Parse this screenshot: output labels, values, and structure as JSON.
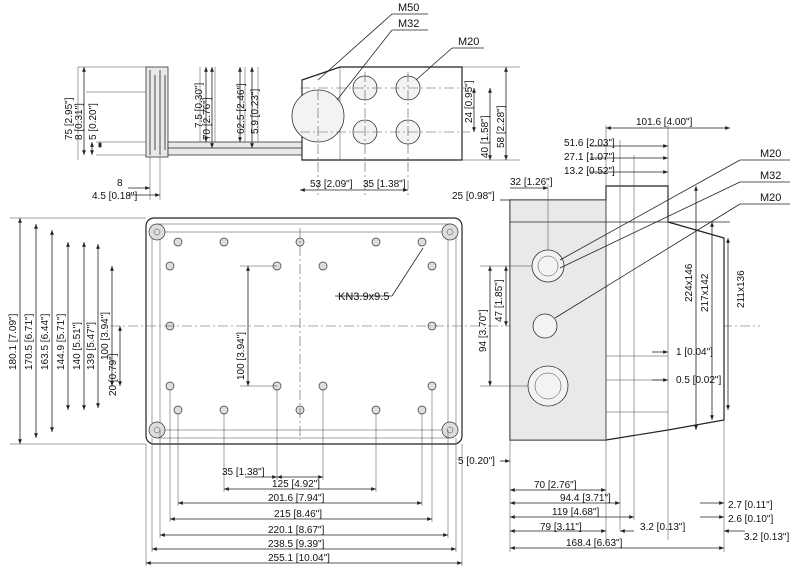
{
  "top_view": {
    "callouts": [
      "M50",
      "M32",
      "M20"
    ],
    "left_dims": [
      "75 [2.95\"]",
      "8 [0.31\"]",
      "5 [0.20\"]"
    ],
    "inner_dims": [
      "7.5 [0.30\"]",
      "70 [2.76\"]",
      "62.5 [2.46\"]",
      "5.9 [0.23\"]"
    ],
    "right_dims": [
      "24 [0.95\"]",
      "40 [1.58\"]",
      "58 [2.28\"]"
    ],
    "bottom_dims": [
      "8",
      "4.5 [0.18\"]",
      "53 [2.09\"]",
      "35 [1.38\"]"
    ]
  },
  "front_view": {
    "left_dims": [
      "180.1 [7.09\"]",
      "170.5 [6.71\"]",
      "163.5 [6.44\"]",
      "144.9 [5.71\"]",
      "140 [5.51\"]",
      "139 [5.47\"]",
      "100 [3.94\"]",
      "20 [0.79\"]"
    ],
    "center_dim": "100 [3.94\"]",
    "screw_label": "KN3.9x9.5",
    "bottom_dims": [
      "35 [1.38\"]",
      "125 [4.92\"]",
      "201.6 [7.94\"]",
      "215 [8.46\"]",
      "220.1 [8.67\"]",
      "238.5 [9.39\"]",
      "255.1 [10.04\"]"
    ]
  },
  "side_view": {
    "top_dims": [
      "101.6 [4.00\"]",
      "51.6 [2.03\"]",
      "27.1 [1.07\"]",
      "13.2 [0.52\"]",
      "32 [1.26\"]",
      "25 [0.98\"]"
    ],
    "callouts": [
      "M20",
      "M32",
      "M20"
    ],
    "left_dims": [
      "47 [1.85\"]",
      "94 [3.70\"]"
    ],
    "vertical_dims": [
      "224x146",
      "217x142",
      "211x136"
    ],
    "right_dims": [
      "1 [0.04\"]",
      "0.5 [0.02\"]"
    ],
    "left_bottom": "5 [0.20\"]",
    "bottom_dims": [
      "70 [2.76\"]",
      "94.4 [3.71\"]",
      "119 [4.68\"]",
      "79 [3.11\"]",
      "168.4 [6.63\"]",
      "3.2 [0.13\"]"
    ],
    "right_bottom_dims": [
      "2.7 [0.11\"]",
      "2.6 [0.10\"]",
      "3.2 [0.13\"]"
    ]
  }
}
